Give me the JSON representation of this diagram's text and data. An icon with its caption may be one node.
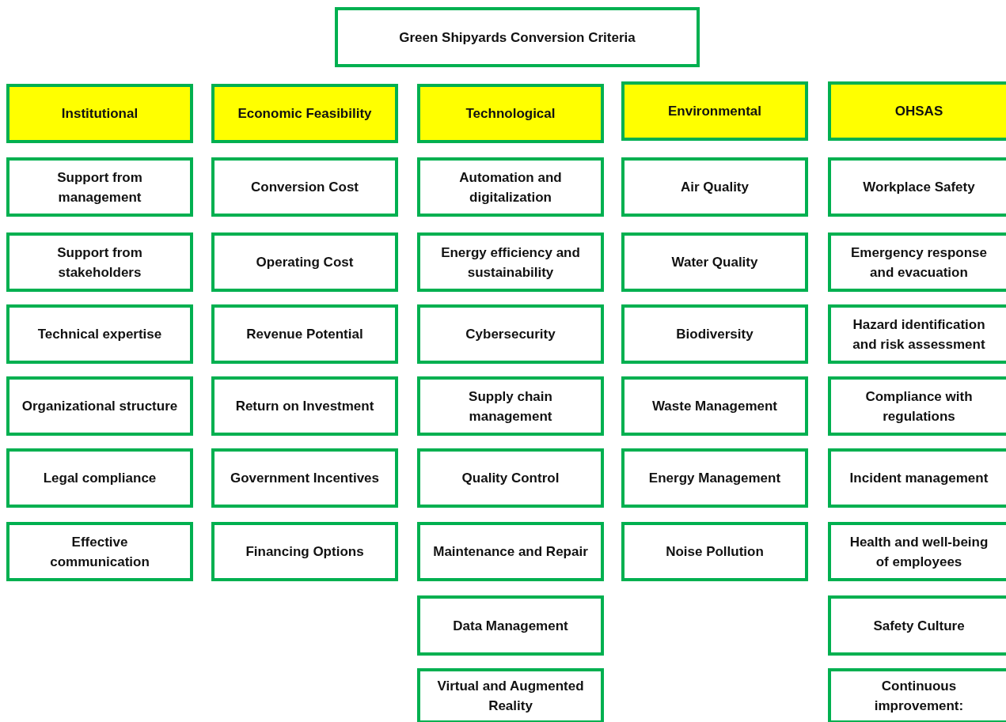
{
  "diagram": {
    "nodes": [
      {
        "text": [
          "Green Shipyards Conversion Criteria"
        ]
      },
      {
        "text": [
          "Institutional"
        ]
      },
      {
        "text": [
          "Support from management"
        ]
      },
      {
        "text": [
          "Support from stakeholders"
        ]
      },
      {
        "text": [
          "Technical expertise"
        ]
      },
      {
        "text": [
          "Organizational structure"
        ]
      },
      {
        "text": [
          "Legal compliance"
        ]
      },
      {
        "text": [
          "Effective communication"
        ]
      },
      {
        "text": [
          "Economic Feasibility"
        ]
      },
      {
        "text": [
          "Conversion Cost"
        ]
      },
      {
        "text": [
          "Operating Cost"
        ]
      },
      {
        "text": [
          "Revenue Potential"
        ]
      },
      {
        "text": [
          "Return on Investment"
        ]
      },
      {
        "text": [
          "Government Incentives"
        ]
      },
      {
        "text": [
          "Financing Options"
        ]
      },
      {
        "text": [
          "Technological"
        ]
      },
      {
        "text": [
          "Automation and digitalization"
        ]
      },
      {
        "text": [
          "Energy efficiency and sustainability"
        ]
      },
      {
        "text": [
          "Cybersecurity"
        ]
      },
      {
        "text": [
          "Supply chain management"
        ]
      },
      {
        "text": [
          "Quality Control"
        ]
      },
      {
        "text": [
          "Maintenance and Repair"
        ]
      },
      {
        "text": [
          "Data Management"
        ]
      },
      {
        "text": [
          "Virtual and Augmented Reality"
        ]
      },
      {
        "text": [
          "Environmental"
        ]
      },
      {
        "text": [
          "Air Quality"
        ]
      },
      {
        "text": [
          "Water Quality"
        ]
      },
      {
        "text": [
          "Biodiversity"
        ]
      },
      {
        "text": [
          "Waste Management"
        ]
      },
      {
        "text": [
          "Energy Management"
        ]
      },
      {
        "text": [
          "Noise Pollution"
        ]
      },
      {
        "text": [
          "OHSAS"
        ]
      },
      {
        "text": [
          "Workplace Safety"
        ]
      },
      {
        "text": [
          "Emergency response and evacuation"
        ]
      },
      {
        "text": [
          "Hazard identification and risk assessment"
        ]
      },
      {
        "text": [
          "Compliance with regulations"
        ]
      },
      {
        "text": [
          "Incident management"
        ]
      },
      {
        "text": [
          "Health and well-being of employees"
        ]
      },
      {
        "text": [
          "Safety Culture"
        ]
      },
      {
        "text": [
          "Continuous improvement:"
        ]
      }
    ]
  }
}
